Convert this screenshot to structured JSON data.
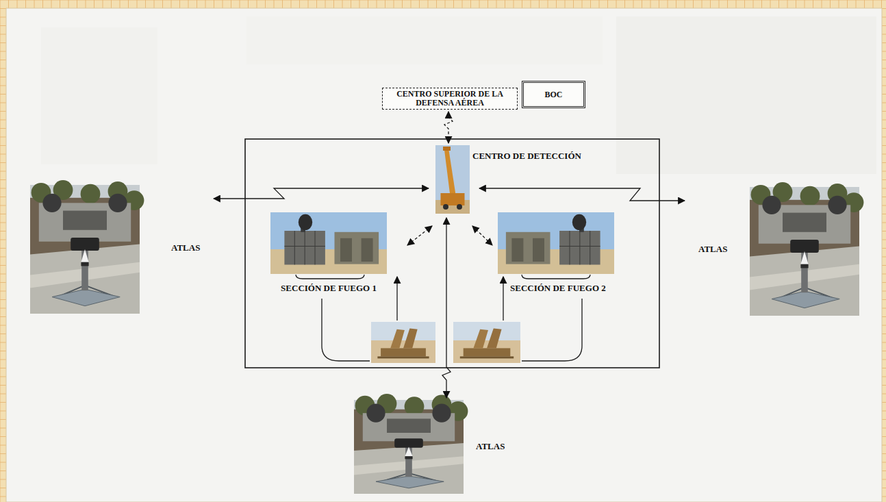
{
  "diagram": {
    "nodes": [
      {
        "text": [
          "CENTRO SUPERIOR DE LA DEFENSA AÉREA"
        ]
      },
      {
        "text": [
          "BOC"
        ]
      },
      {
        "text": [
          "CENTRO DE DETECCIÓN"
        ]
      },
      {
        "text": [
          "ATLAS"
        ]
      },
      {
        "text": [
          "SECCIÓN DE FUEGO 1"
        ]
      },
      {
        "text": [
          "SECCIÓN DE FUEGO 2"
        ]
      },
      {
        "text": [
          "ATLAS"
        ]
      },
      {
        "text": [
          "ATLAS"
        ]
      }
    ],
    "edges": [
      {
        "from": 0,
        "to": 2,
        "arrow": "both"
      },
      {
        "from": 3,
        "to": 2,
        "arrow": "both"
      },
      {
        "from": 2,
        "to": 6,
        "arrow": "both"
      },
      {
        "from": 4,
        "to": 2,
        "arrow": "both"
      },
      {
        "from": 2,
        "to": 5,
        "arrow": "both"
      },
      {
        "from": 2,
        "to": 7,
        "arrow": "both"
      }
    ]
  }
}
